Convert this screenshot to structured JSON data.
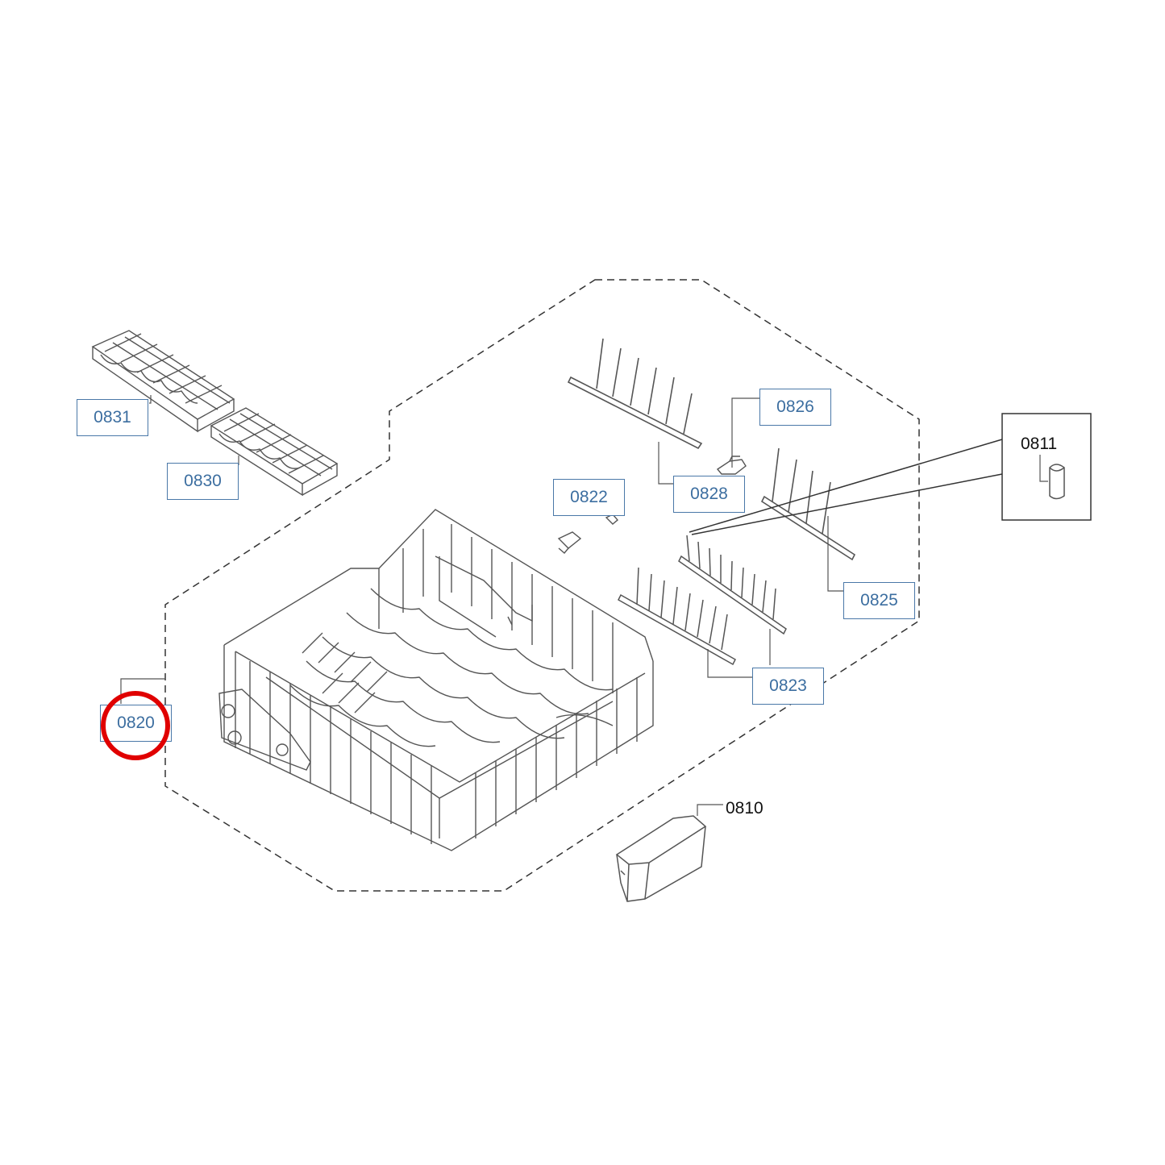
{
  "parts": {
    "p0831": "0831",
    "p0830": "0830",
    "p0826": "0826",
    "p0828": "0828",
    "p0822": "0822",
    "p0811": "0811",
    "p0825": "0825",
    "p0823": "0823",
    "p0820": "0820",
    "p0810": "0810"
  },
  "highlighted_part": "0820",
  "colors": {
    "label_border": "#4a78a8",
    "label_text": "#3c6ea0",
    "highlight": "#e00000",
    "line_art": "#555555"
  }
}
